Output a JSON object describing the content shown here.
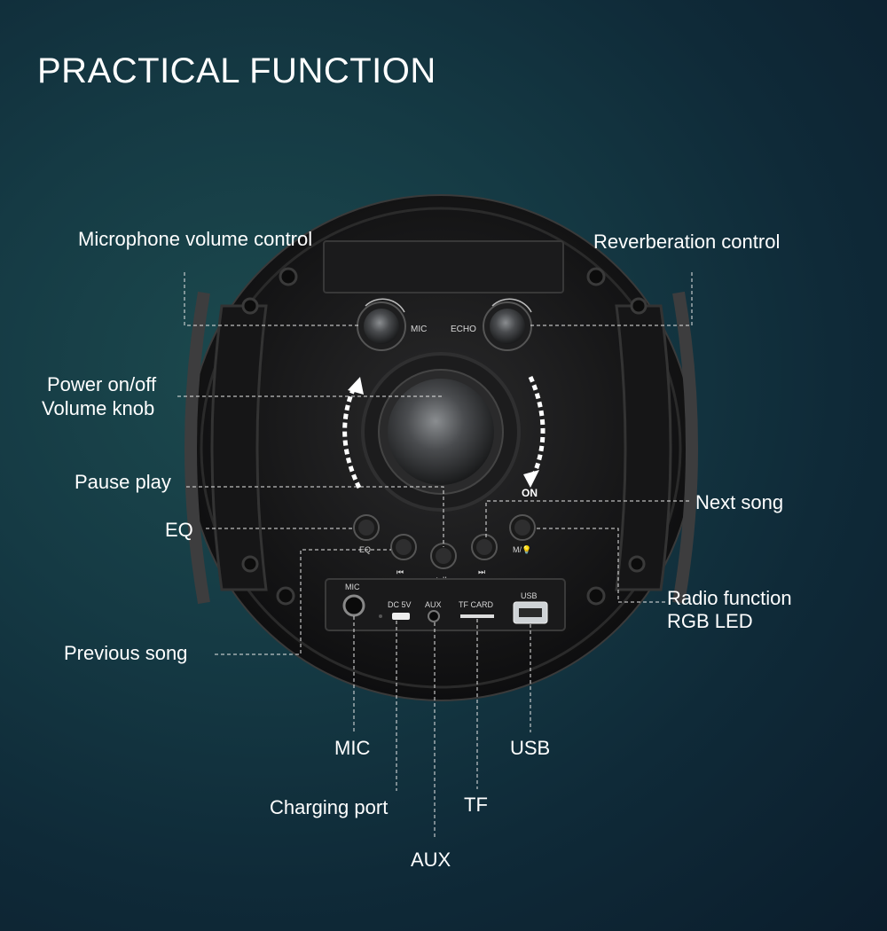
{
  "title": "PRACTICAL FUNCTION",
  "callouts": {
    "mic_volume": "Microphone volume control",
    "reverb": "Reverberation control",
    "power_line1": "Power on/off",
    "power_line2": "Volume knob",
    "pause_play": "Pause play",
    "eq": "EQ",
    "previous": "Previous song",
    "next": "Next song",
    "radio_line1": "Radio function",
    "radio_line2": "RGB LED",
    "mic": "MIC",
    "charging": "Charging port",
    "aux": "AUX",
    "usb": "USB",
    "tf": "TF"
  },
  "device_labels": {
    "knob_mic": "MIC",
    "knob_echo": "ECHO",
    "on": "ON",
    "eq": "EQ",
    "prev": "⏮",
    "play": "▶II",
    "next": "⏭",
    "mode": "M/💡",
    "port_mic": "MIC",
    "port_dc": "DC 5V",
    "port_aux": "AUX",
    "port_tf": "TF CARD",
    "port_usb": "USB"
  }
}
